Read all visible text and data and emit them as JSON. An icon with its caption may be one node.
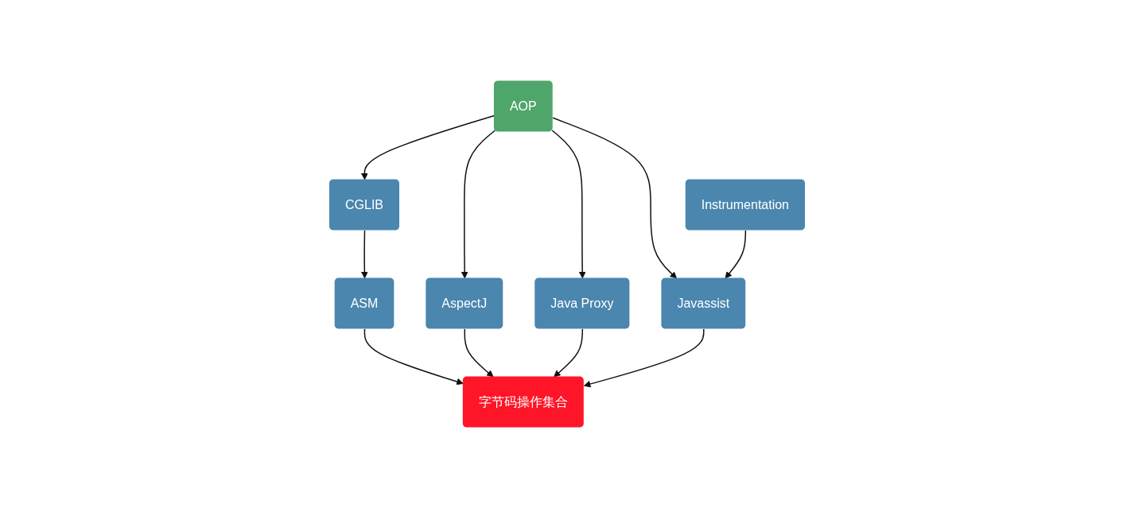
{
  "diagram": {
    "nodes": [
      {
        "text": [
          "AOP"
        ]
      },
      {
        "text": [
          "CGLIB"
        ]
      },
      {
        "text": [
          "ASM"
        ]
      },
      {
        "text": [
          "AspectJ"
        ]
      },
      {
        "text": [
          "Java Proxy"
        ]
      },
      {
        "text": [
          "Javassist"
        ]
      },
      {
        "text": [
          "Instrumentation"
        ]
      },
      {
        "text": [
          "字节码操作集合"
        ]
      }
    ],
    "edges": [
      {
        "from": 0,
        "to": 1,
        "arrow": "to"
      },
      {
        "from": 0,
        "to": 3,
        "arrow": "to"
      },
      {
        "from": 0,
        "to": 4,
        "arrow": "to"
      },
      {
        "from": 0,
        "to": 5,
        "arrow": "to"
      },
      {
        "from": 1,
        "to": 2,
        "arrow": "to"
      },
      {
        "from": 6,
        "to": 5,
        "arrow": "to"
      },
      {
        "from": 2,
        "to": 7,
        "arrow": "to"
      },
      {
        "from": 3,
        "to": 7,
        "arrow": "to"
      },
      {
        "from": 4,
        "to": 7,
        "arrow": "to"
      },
      {
        "from": 5,
        "to": 7,
        "arrow": "to"
      }
    ]
  }
}
